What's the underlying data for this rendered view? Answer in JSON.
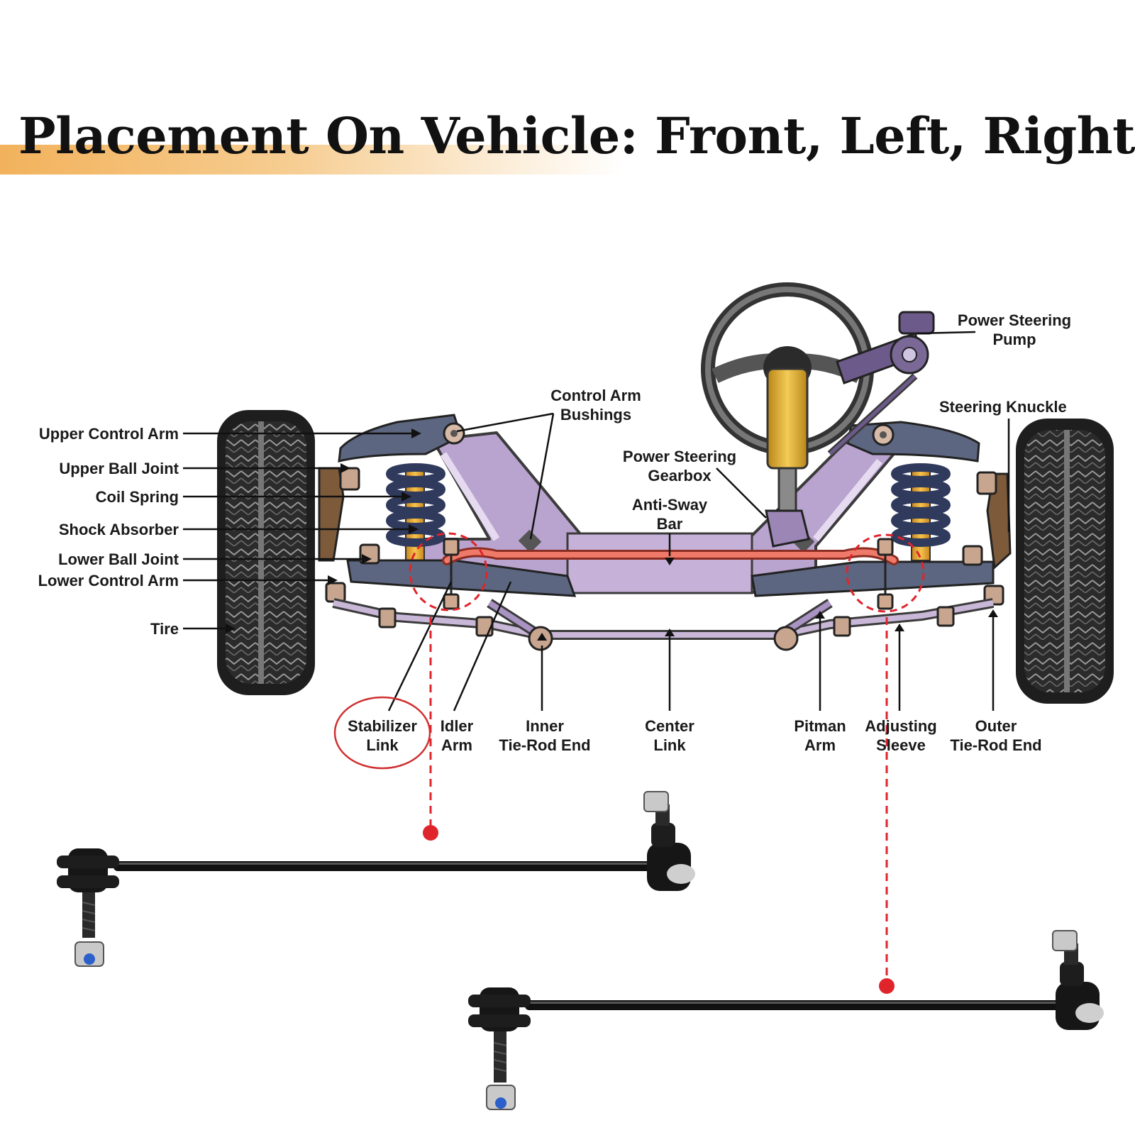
{
  "title": "Placement On Vehicle: Front, Left, Right",
  "colors": {
    "title_band": "#f2b25c",
    "frame": "#b9a3cf",
    "frame_dark": "#4a4a4a",
    "arm": "#5c6680",
    "spring": "#2f3a5c",
    "shock": "#e0a633",
    "anti_sway_bar": "#f07a6a",
    "highlight": "#e0242b",
    "tire": "#2b2b2b",
    "link_metal": "#111111"
  },
  "labels": {
    "upper_control_arm": "Upper Control Arm",
    "upper_ball_joint": "Upper Ball Joint",
    "coil_spring": "Coil Spring",
    "shock_absorber": "Shock Absorber",
    "lower_ball_joint": "Lower Ball Joint",
    "lower_control_arm": "Lower Control Arm",
    "tire": "Tire",
    "control_arm_bushings": [
      "Control Arm",
      "Bushings"
    ],
    "power_steering_gearbox": [
      "Power Steering",
      "Gearbox"
    ],
    "anti_sway_bar": [
      "Anti-Sway",
      "Bar"
    ],
    "power_steering_pump": [
      "Power Steering",
      "Pump"
    ],
    "steering_knuckle": "Steering Knuckle",
    "stabilizer_link": [
      "Stabilizer",
      "Link"
    ],
    "idler_arm": [
      "Idler",
      "Arm"
    ],
    "inner_tie_rod_end": [
      "Inner",
      "Tie-Rod End"
    ],
    "center_link": [
      "Center",
      "Link"
    ],
    "pitman_arm": [
      "Pitman",
      "Arm"
    ],
    "adjusting_sleeve": [
      "Adjusting",
      "Sleeve"
    ],
    "outer_tie_rod_end": [
      "Outer",
      "Tie-Rod End"
    ]
  }
}
